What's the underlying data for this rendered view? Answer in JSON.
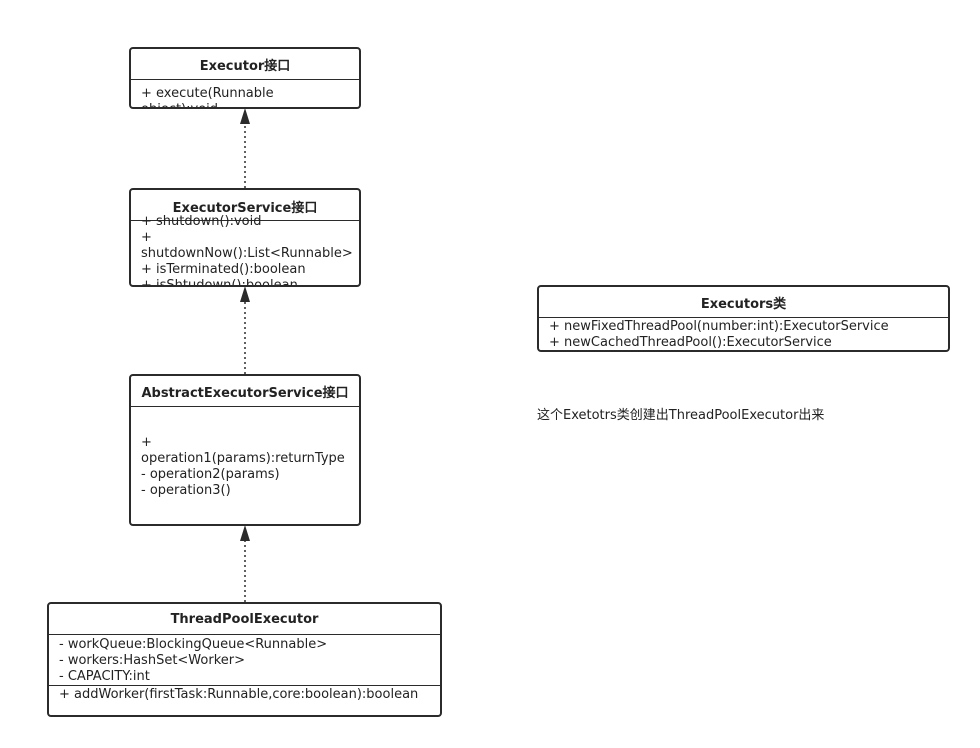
{
  "executor": {
    "title": "Executor接口",
    "methods": [
      "+ execute(Runnable object):void"
    ]
  },
  "executor_service": {
    "title": "ExecutorService接口",
    "methods": [
      "+ shutdown():void",
      "+",
      "shutdownNow():List<Runnable>",
      "+ isTerminated():boolean",
      "+ isShtudown():boolean"
    ]
  },
  "abstract_executor_service": {
    "title": "AbstractExecutorService接口",
    "methods": [
      "+",
      "operation1(params):returnType",
      "- operation2(params)",
      "- operation3()"
    ]
  },
  "thread_pool_executor": {
    "title": "ThreadPoolExecutor",
    "fields": [
      "- workQueue:BlockingQueue<Runnable>",
      "- workers:HashSet<Worker>",
      "- CAPACITY:int"
    ],
    "methods": [
      "+ addWorker(firstTask:Runnable,core:boolean):boolean"
    ]
  },
  "executors": {
    "title": "Executors类",
    "methods": [
      "+ newFixedThreadPool(number:int):ExecutorService",
      "+ newCachedThreadPool():ExecutorService"
    ]
  },
  "note": {
    "text": "这个Exetotrs类创建出ThreadPoolExecutor出来"
  },
  "colors": {
    "stroke": "#2b2b2b",
    "text": "#222222",
    "background": "#ffffff"
  }
}
